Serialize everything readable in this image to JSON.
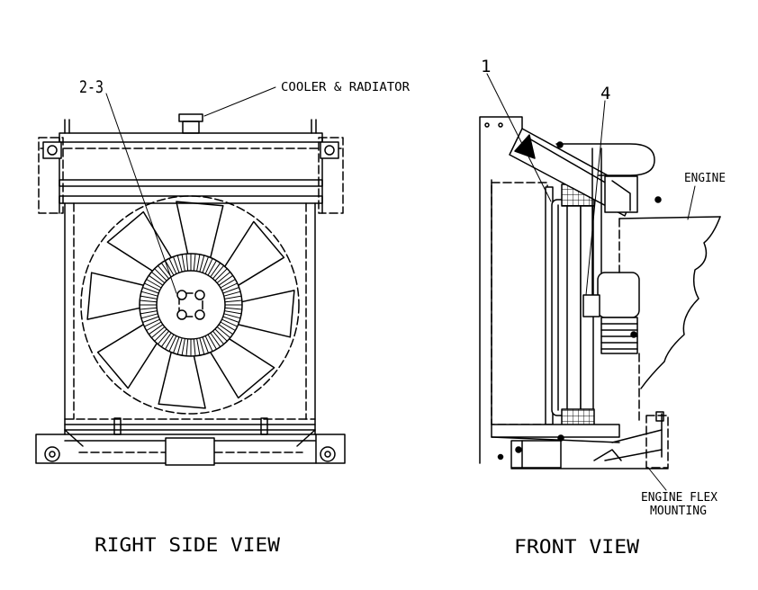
{
  "right_side_view": {
    "callout_parts": "2-3",
    "component_label": "COOLER & RADIATOR",
    "view_title": "RIGHT SIDE VIEW"
  },
  "front_view": {
    "callout_1": "1",
    "callout_4": "4",
    "engine_label": "ENGINE",
    "flex_mount_label": [
      "ENGINE FLEX",
      "MOUNTING"
    ],
    "view_title": "FRONT VIEW"
  }
}
